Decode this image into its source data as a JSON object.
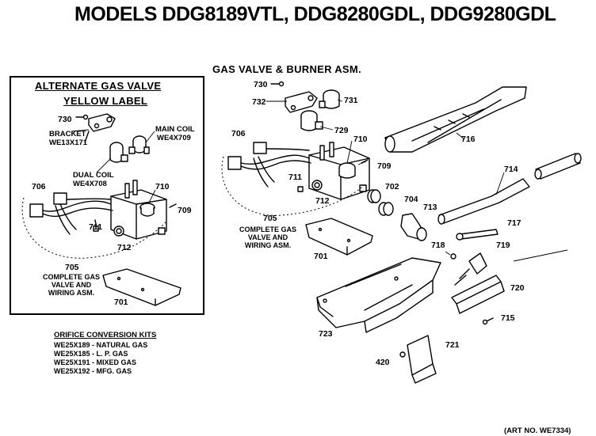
{
  "header": {
    "title": "MODELS DDG8189VTL, DDG8280GDL, DDG9280GDL"
  },
  "section_title": "GAS VALVE & BURNER ASM.",
  "alternate": {
    "title_line1": "ALTERNATE GAS VALVE",
    "title_line2": "YELLOW  LABEL",
    "bracket_line1": "BRACKET",
    "bracket_line2": "WE13X171",
    "main_coil_line1": "MAIN COIL",
    "main_coil_line2": "WE4X709",
    "dual_coil_line1": "DUAL COIL",
    "dual_coil_line2": "WE4X708",
    "complete_line1": "COMPLETE GAS",
    "complete_line2": "VALVE AND",
    "complete_line3": "WIRING ASM.",
    "part_numbers": [
      "730",
      "706",
      "710",
      "711",
      "709",
      "712",
      "705",
      "701"
    ]
  },
  "main_assembly": {
    "complete_line1": "COMPLETE GAS",
    "complete_line2": "VALVE AND",
    "complete_line3": "WIRING ASM.",
    "part_numbers": [
      "730",
      "732",
      "731",
      "729",
      "706",
      "710",
      "709",
      "711",
      "712",
      "702",
      "704",
      "713",
      "716",
      "714",
      "717",
      "705",
      "701",
      "718",
      "719",
      "720",
      "715",
      "723",
      "721",
      "420"
    ]
  },
  "orifice_kits": {
    "title": "ORIFICE CONVERSION KITS",
    "items": [
      "WE25X189 - NATURAL GAS",
      "WE25X185 - L. P. GAS",
      "WE25X191 - MIXED GAS",
      "WE25X192 - MFG. GAS"
    ]
  },
  "art_number": "(ART NO. WE7334)"
}
